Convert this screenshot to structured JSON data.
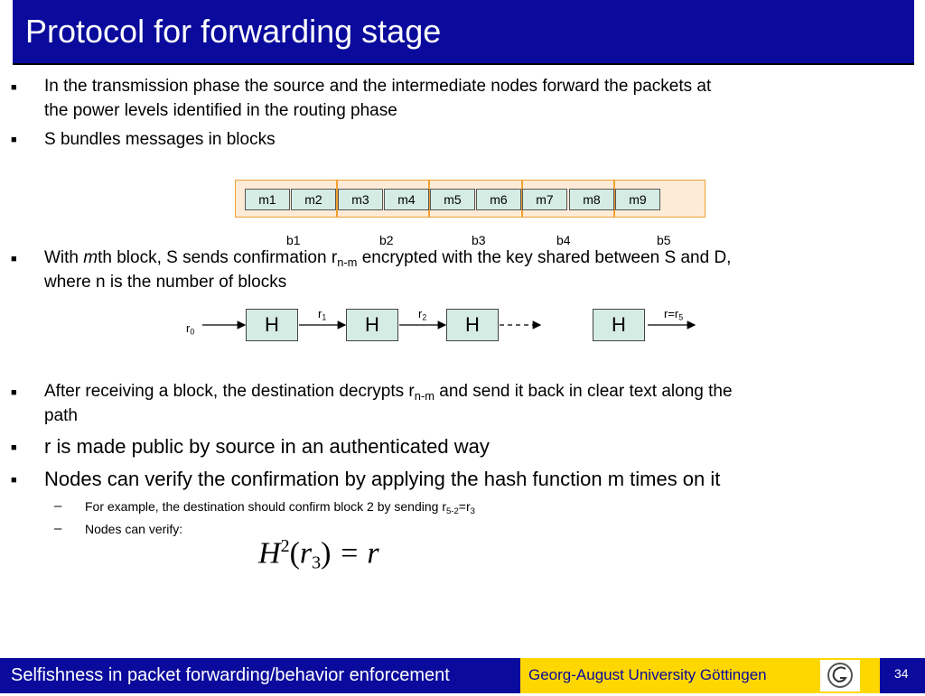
{
  "title": "Protocol for forwarding stage",
  "bullets": {
    "b1_line1": "In the transmission phase the source and the intermediate nodes forward the packets at",
    "b1_line2": "the power levels identified in the routing phase",
    "b2": "S bundles messages in blocks",
    "b3_pre": "With ",
    "b3_m": "m",
    "b3_mid": "th block, S sends confirmation r",
    "b3_sub": "n-m",
    "b3_post": " encrypted with the key shared between S and D,",
    "b3_line2": "where n is the number of blocks",
    "b4_pre": "After receiving a block, the destination decrypts r",
    "b4_sub": "n-m",
    "b4_post": " and send it back in clear text along the",
    "b4_line2": "path",
    "b5": "r is made public by source in an authenticated way",
    "b6": "Nodes can verify the confirmation by applying the hash function m times on it",
    "s1_pre": "For example, the destination should confirm block 2 by sending r",
    "s1_sub": "5-2",
    "s1_mid": "=r",
    "s1_sub2": "3",
    "s2": "Nodes can verify:"
  },
  "messages": [
    "m1",
    "m2",
    "m3",
    "m4",
    "m5",
    "m6",
    "m7",
    "m8",
    "m9"
  ],
  "block_labels": [
    "b1",
    "b2",
    "b3",
    "b4",
    "b5"
  ],
  "hash_chain": {
    "r0": "r",
    "r0_sub": "0",
    "r1": "r",
    "r1_sub": "1",
    "r2": "r",
    "r2_sub": "2",
    "r5": "r=r",
    "r5_sub": "5",
    "h": "H"
  },
  "formula": {
    "H": "H",
    "exp": "2",
    "r": "r",
    "sub": "3",
    "rhs": "= r"
  },
  "footer": {
    "course": "Selfishness in packet forwarding/behavior enforcement",
    "university": "Georg-August University Göttingen",
    "page": "34"
  },
  "colors": {
    "title_bg": "#0a0a9c",
    "footer_yellow": "#ffd700",
    "block_fill": "#fdebd7",
    "block_border": "#f0a030",
    "msg_fill": "#d5ece5"
  }
}
